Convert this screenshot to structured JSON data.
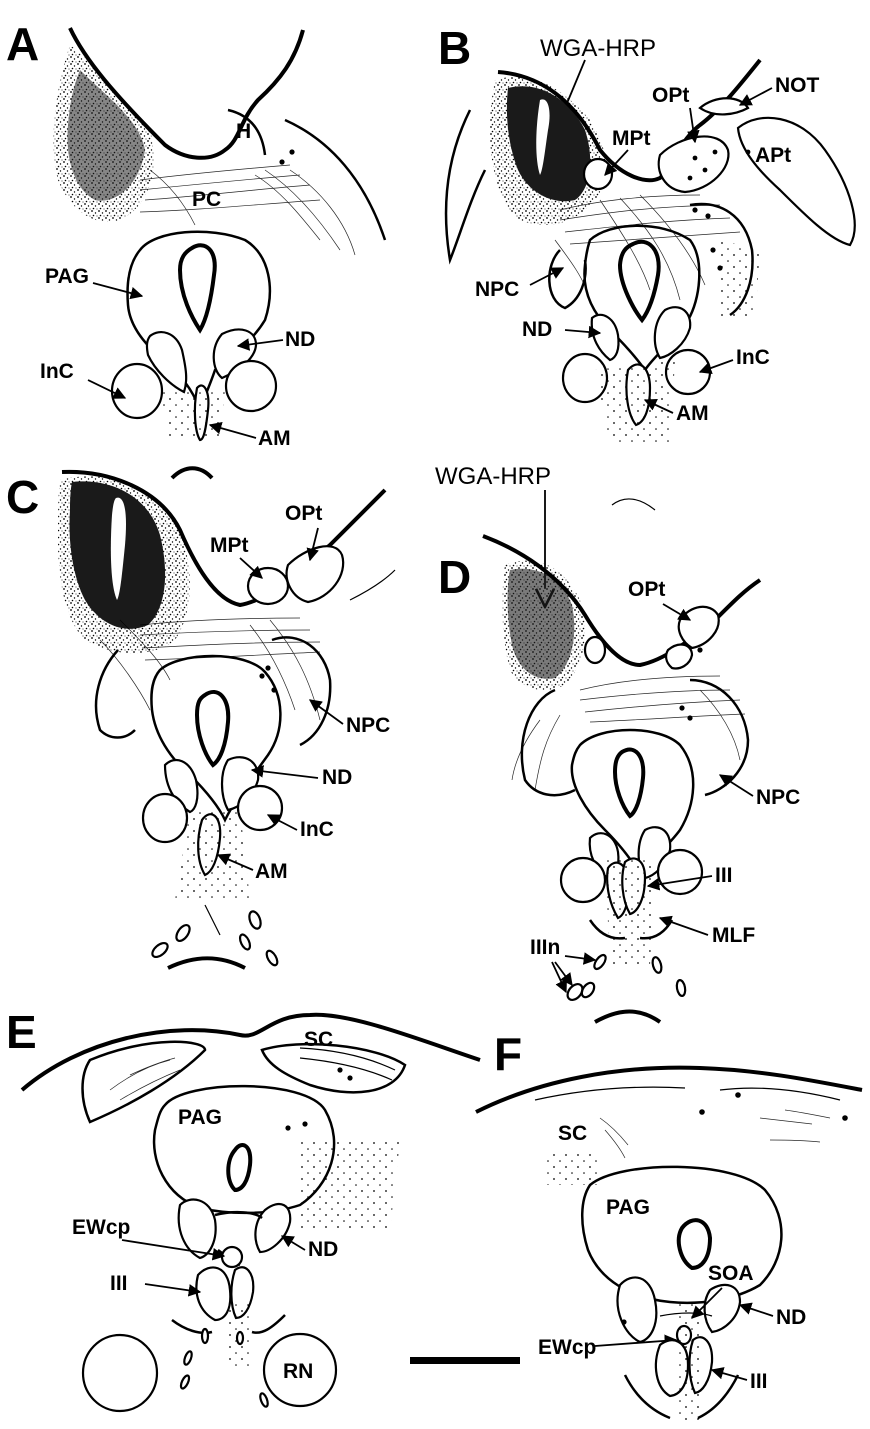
{
  "panels": {
    "A": {
      "letter": "A",
      "labels": {
        "H": "H",
        "PC": "PC",
        "PAG": "PAG",
        "ND": "ND",
        "InC": "InC",
        "AM": "AM"
      }
    },
    "B": {
      "letter": "B",
      "labels": {
        "WGA": "WGA-HRP",
        "NOT": "NOT",
        "OPt": "OPt",
        "MPt": "MPt",
        "APt": "APt",
        "NPC": "NPC",
        "ND": "ND",
        "InC": "InC",
        "AM": "AM"
      }
    },
    "C": {
      "letter": "C",
      "labels": {
        "OPt": "OPt",
        "MPt": "MPt",
        "NPC": "NPC",
        "ND": "ND",
        "InC": "InC",
        "AM": "AM"
      }
    },
    "D": {
      "letter": "D",
      "labels": {
        "WGA": "WGA-HRP",
        "OPt": "OPt",
        "NPC": "NPC",
        "III": "III",
        "MLF": "MLF",
        "IIIn": "IIIn"
      }
    },
    "E": {
      "letter": "E",
      "labels": {
        "SC": "SC",
        "PAG": "PAG",
        "EWcp": "EWcp",
        "ND": "ND",
        "III": "III",
        "RN": "RN"
      }
    },
    "F": {
      "letter": "F",
      "labels": {
        "SC": "SC",
        "PAG": "PAG",
        "SOA": "SOA",
        "ND": "ND",
        "EWcp": "EWcp",
        "III": "III"
      }
    }
  },
  "colors": {
    "ink": "#000000",
    "paper": "#ffffff"
  }
}
